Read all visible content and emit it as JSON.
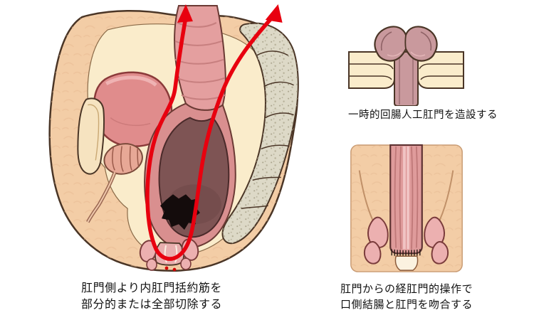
{
  "captions": {
    "left": {
      "line1": "肛門側より内肛門括約筋を",
      "line2": "部分的または全部切除する"
    },
    "top_right": "一時的回腸人工肛門を造設する",
    "bottom_right": {
      "line1": "肛門からの経肛門的操作で",
      "line2": "口側結腸と肛門を吻合する"
    }
  },
  "illustrations": {
    "left": "pelvis-sagittal-section-with-resection-lines",
    "top_right": "temporary-loop-ileostomy",
    "bottom_right": "transanal-coloanal-anastomosis"
  },
  "colors": {
    "flesh": "#F3CDA6",
    "flesh_texture": "#E6BA92",
    "cream": "#FAECCB",
    "bone": "#DDD9C7",
    "bone_speckle": "#A8A28A",
    "outline": "#4A3526",
    "organ_pink": "#E49F9F",
    "organ_ridge": "#C77F7F",
    "rectum_wall": "#D98F8F",
    "rectum_cavity": "#7E5454",
    "tumor": "#140C0C",
    "bladder": "#E08C8C",
    "bladder_outline": "#8B3A3A",
    "resection_red": "#E8000F",
    "stoma": "#C9999D",
    "colon_pink": "#DF9B9B",
    "bulb_pink": "#ECB0B0",
    "bulb_outline": "#7A3B3B",
    "caption_color": "#111111"
  }
}
